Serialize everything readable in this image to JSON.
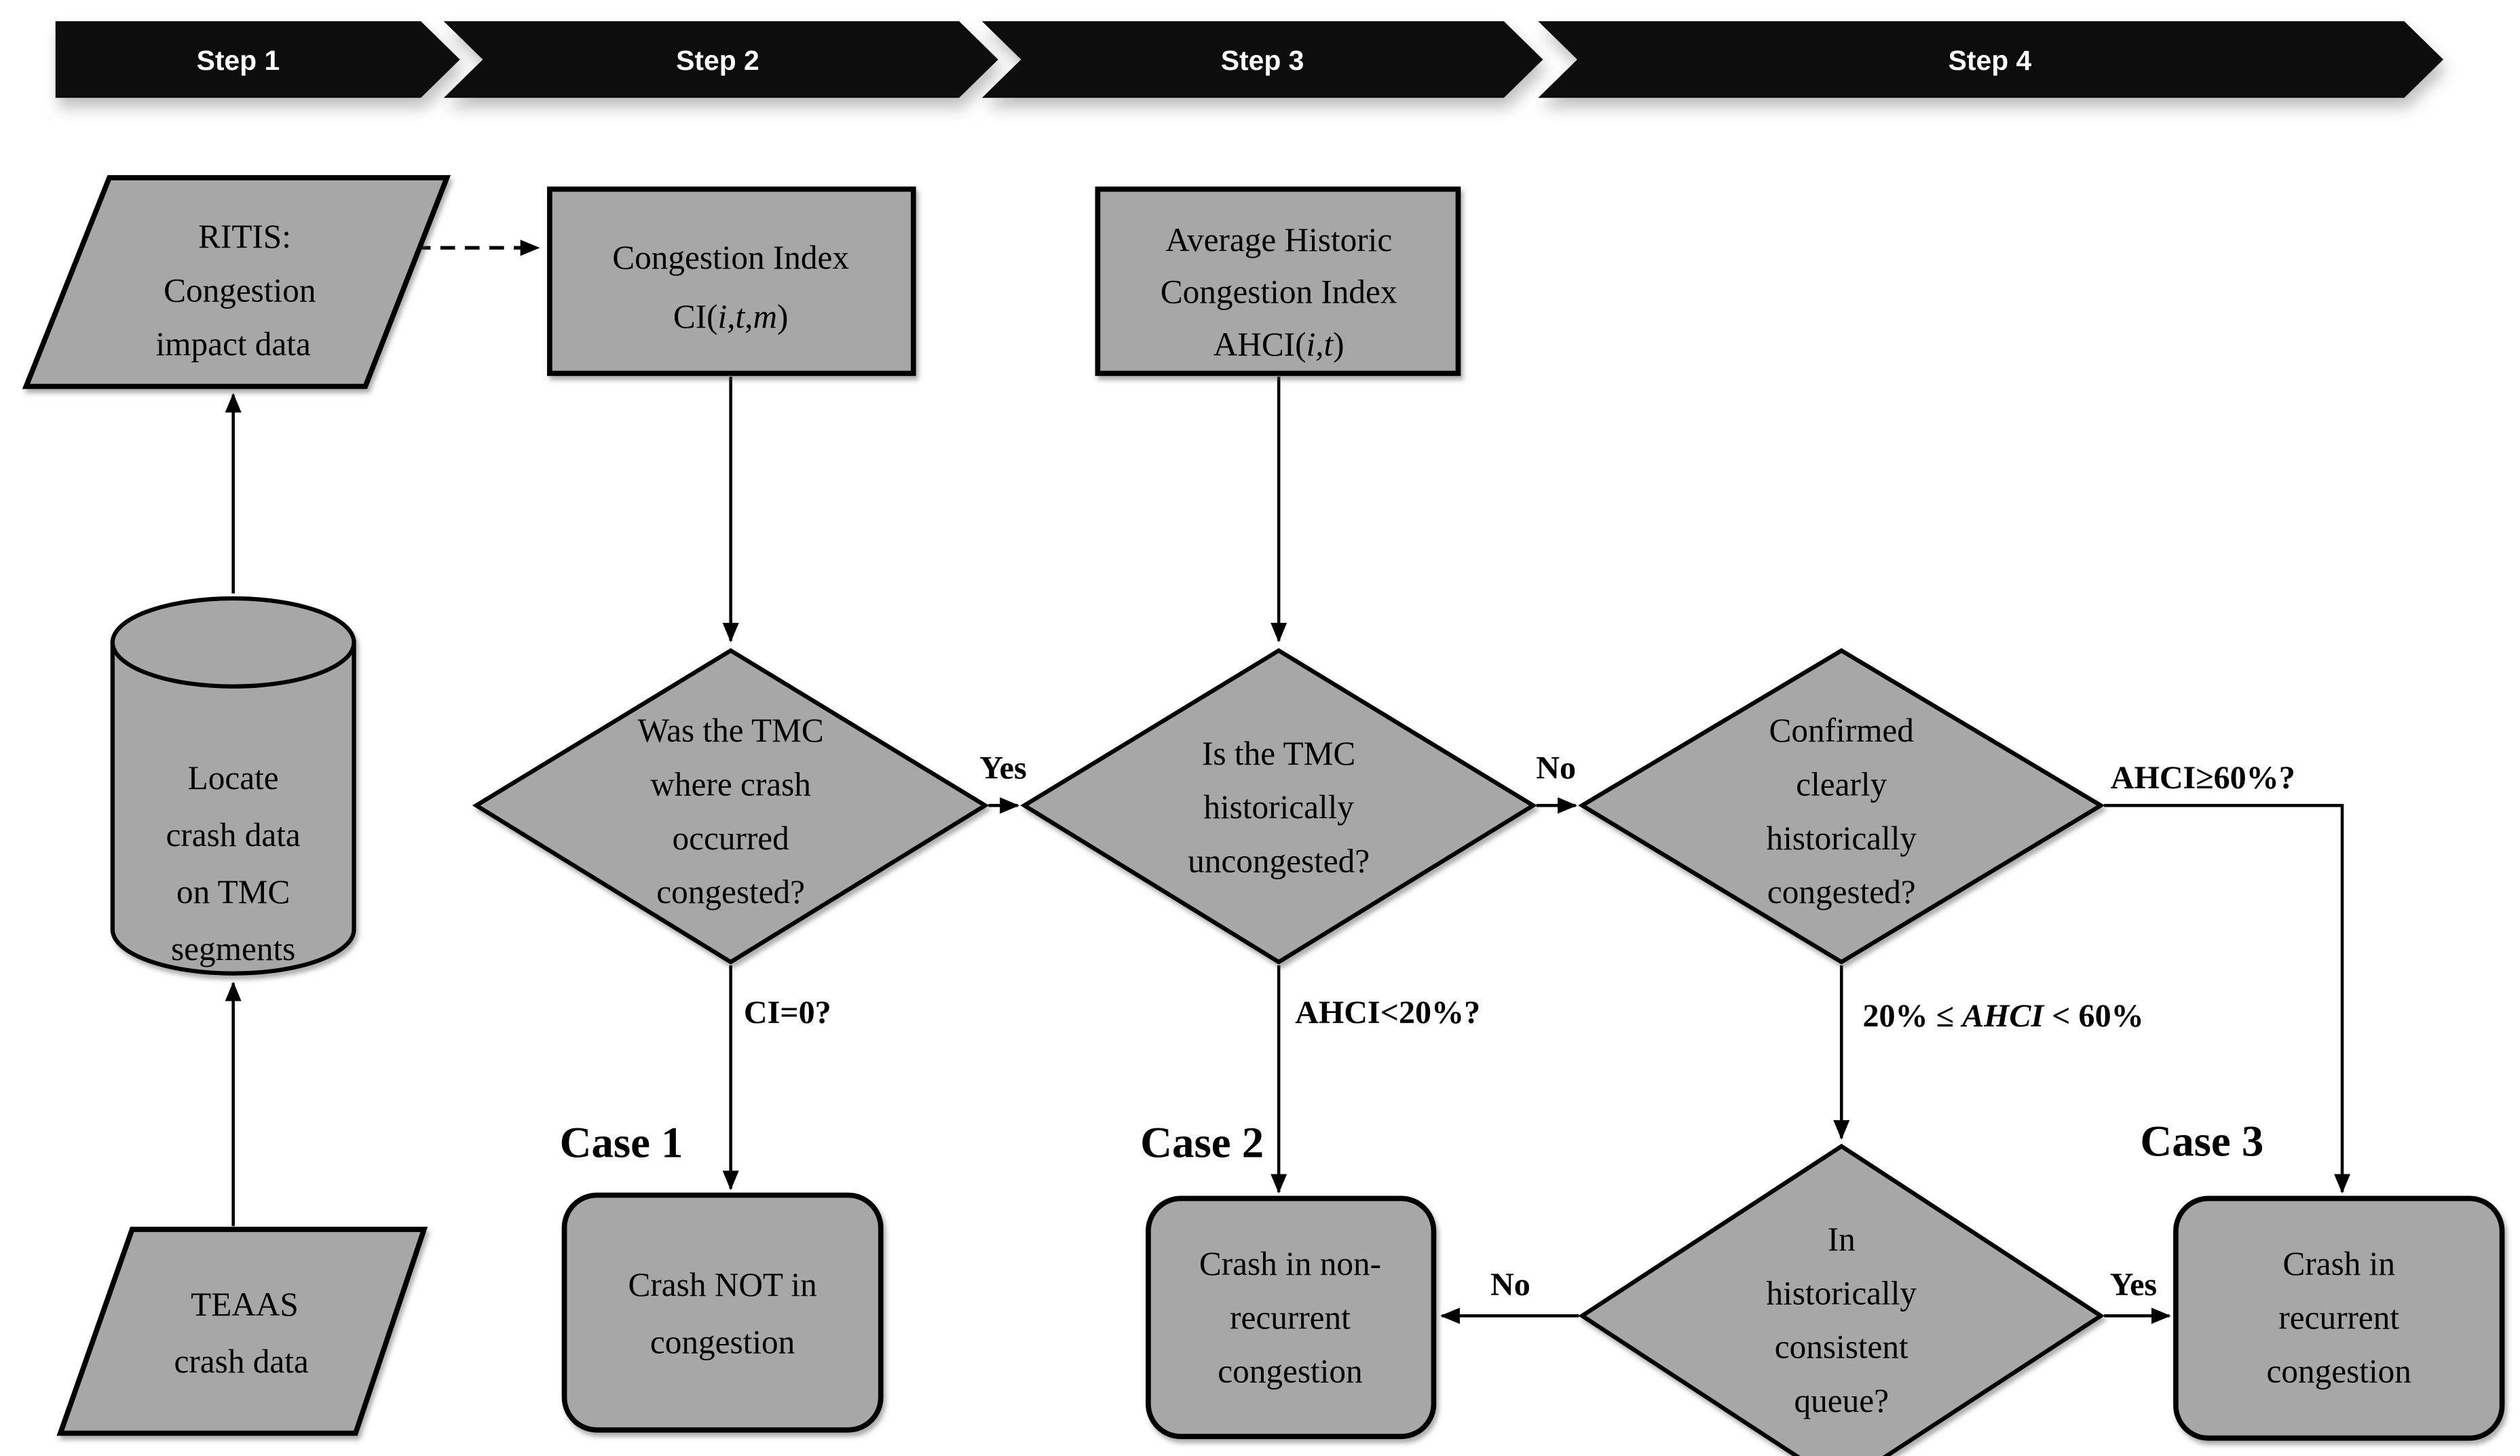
{
  "colors": {
    "background": "#ffffff",
    "shape_fill": "#a7a7a7",
    "shape_stroke": "#000000",
    "banner_fill": "#0d0d0d",
    "banner_text": "#ffffff"
  },
  "steps": {
    "items": [
      {
        "label": "Step 1"
      },
      {
        "label": "Step 2"
      },
      {
        "label": "Step 3"
      },
      {
        "label": "Step 4"
      }
    ]
  },
  "nodes": {
    "ritis": {
      "line1": "RITIS:",
      "line2": "Congestion",
      "line3": "impact data"
    },
    "congestion_index": {
      "line1": "Congestion Index",
      "formula_prefix": "CI(",
      "formula_italic": "i,t,m",
      "formula_suffix": ")"
    },
    "ahci": {
      "line1": "Average Historic",
      "line2": "Congestion Index",
      "formula_prefix": "AHCI(",
      "formula_italic": "i,t",
      "formula_suffix": ")"
    },
    "locate": {
      "line1": "Locate",
      "line2": "crash data",
      "line3": "on TMC",
      "line4": "segments"
    },
    "teaas": {
      "line1": "TEAAS",
      "line2": "crash data"
    },
    "d1": {
      "line1": "Was the TMC",
      "line2": "where crash",
      "line3": "occurred",
      "line4": "congested?"
    },
    "d2": {
      "line1": "Is the TMC",
      "line2": "historically",
      "line3": "uncongested?"
    },
    "d3": {
      "line1": "Confirmed",
      "line2": "clearly",
      "line3": "historically",
      "line4": "congested?"
    },
    "d4": {
      "line1": "In",
      "line2": "historically",
      "line3": "consistent",
      "line4": "queue?"
    },
    "case1_box": {
      "line1": "Crash NOT in",
      "line2": "congestion"
    },
    "case2_box": {
      "line1": "Crash in non-",
      "line2": "recurrent",
      "line3": "congestion"
    },
    "case3_box": {
      "line1": "Crash in",
      "line2": "recurrent",
      "line3": "congestion"
    }
  },
  "labels": {
    "yes_d1_d2": "Yes",
    "no_d2_d3": "No",
    "ci_zero": "CI=0?",
    "ahci_lt20": "AHCI<20%?",
    "ahci_ge60": "AHCI≥60%?",
    "range_prefix": "20% ≤ ",
    "range_italic": "AHCI",
    "range_suffix": " < 60%",
    "no_d4_case2": "No",
    "yes_d4_case3": "Yes",
    "case1": "Case 1",
    "case2": "Case 2",
    "case3": "Case 3"
  }
}
